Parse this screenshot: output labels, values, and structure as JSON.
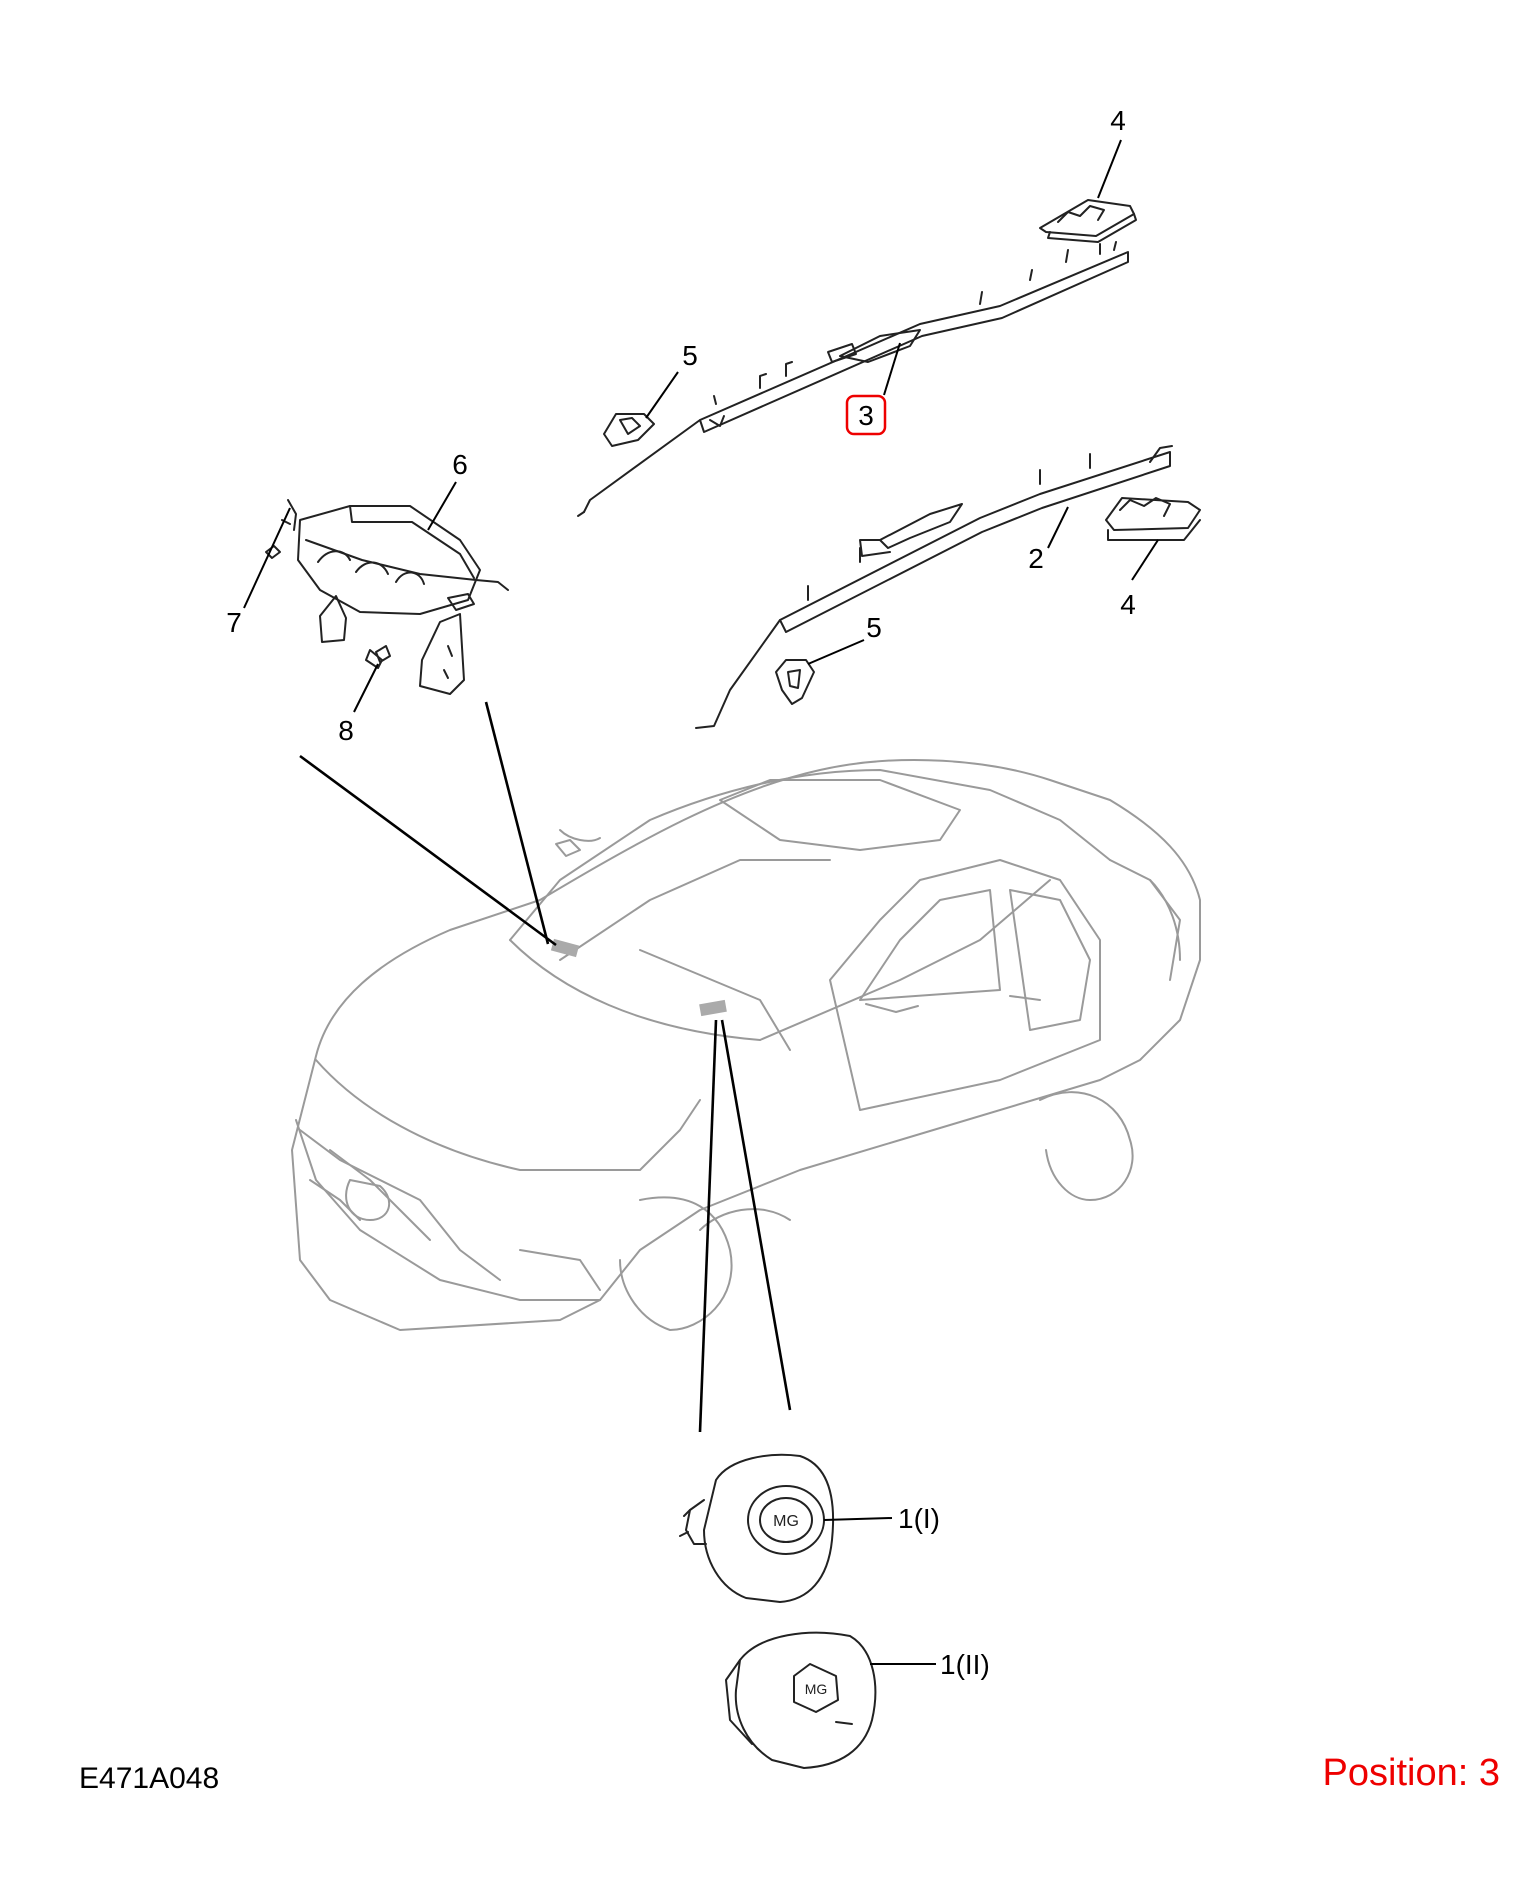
{
  "callouts": {
    "p1_i": "1(I)",
    "p1_ii": "1(II)",
    "p2": "2",
    "p3": "3",
    "p4_top": "4",
    "p4_mid": "4",
    "p5_top": "5",
    "p5_mid": "5",
    "p6": "6",
    "p7": "7",
    "p8": "8"
  },
  "footer": {
    "diagram_code": "E471A048",
    "position_label": "Position: 3"
  },
  "highlight": {
    "callout": "3",
    "color": "#ee0000"
  },
  "colors": {
    "line_art": "#222222",
    "car_outline": "#9a9a9a",
    "highlight": "#ee0000"
  }
}
